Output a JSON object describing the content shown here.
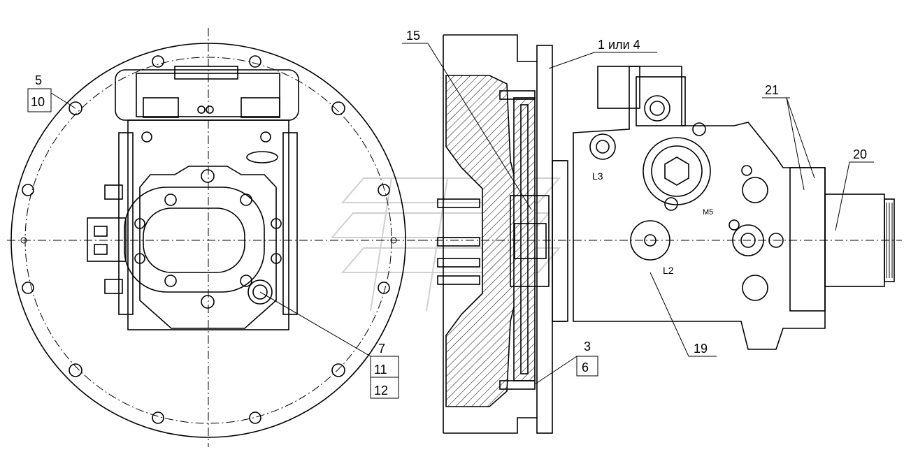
{
  "callouts": {
    "c5": "5",
    "c10": "10",
    "c7": "7",
    "c11": "11",
    "c12": "12",
    "c15": "15",
    "c1or4": "1 или 4",
    "c21": "21",
    "c20": "20",
    "c3": "3",
    "c6": "6",
    "c19": "19"
  },
  "markings": {
    "l3": "L3",
    "l2": "L2",
    "m5": "M5"
  }
}
